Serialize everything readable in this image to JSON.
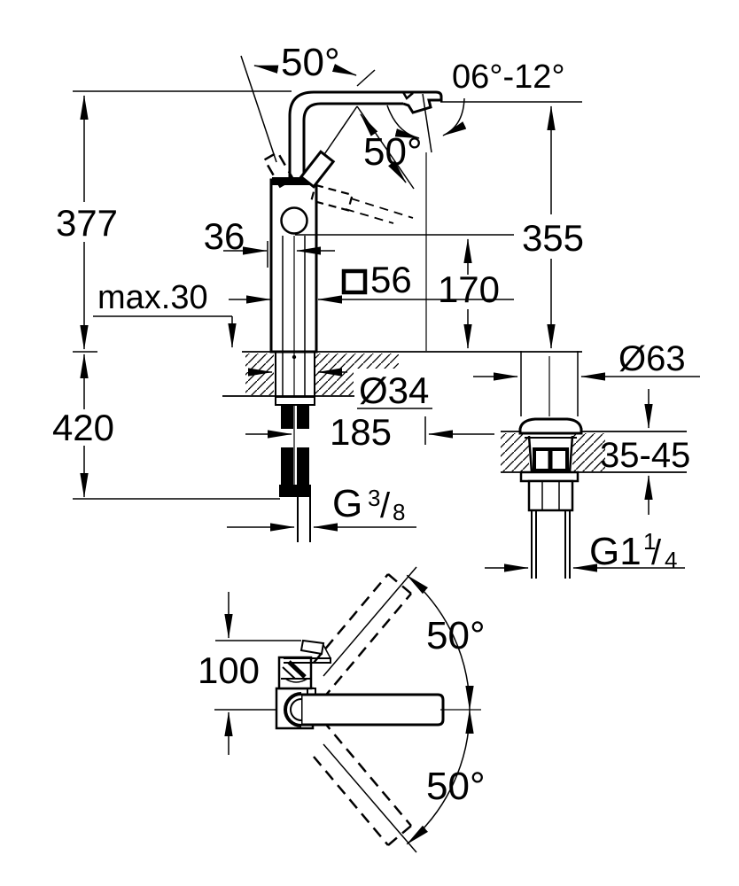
{
  "meta": {
    "type": "technical-dimension-drawing",
    "background": "#ffffff",
    "line_color": "#000000",
    "views": [
      "front-elevation-faucet",
      "pop-up-waste-detail",
      "plan-view-swivel-range"
    ]
  },
  "labels": {
    "handle_angle_front": "50°",
    "aerator_angle_range": "06°-12°",
    "handle_angle_side": "50°",
    "height_overall": "377",
    "spout_axis_offset": "36",
    "spout_height": "355",
    "deck_thickness_max": "max.30",
    "body_square": "56",
    "body_height": "170",
    "hose_length": "420",
    "hole_diameter": "Ø34",
    "center_distance": "185",
    "drain_diameter": "Ø63",
    "deck_range": "35-45",
    "plan_depth": "100",
    "swivel_upper": "50°",
    "swivel_lower": "50°",
    "thread_g38": {
      "main": "G",
      "sup": "3",
      "slash": "/",
      "sub": "8"
    },
    "thread_g114": {
      "main": "G1",
      "sup": "1",
      "slash": "/",
      "sub": "4"
    }
  },
  "dimensions_front_view": [
    "50°",
    "06°-12°",
    "50°",
    "377",
    "36",
    "355",
    "max.30",
    "□56",
    "170",
    "420",
    "Ø34",
    "185",
    "G3/8"
  ],
  "dimensions_drain_view": [
    "Ø63",
    "35-45",
    "G1 1/4"
  ],
  "dimensions_plan_view": [
    "100",
    "50°",
    "50°"
  ]
}
